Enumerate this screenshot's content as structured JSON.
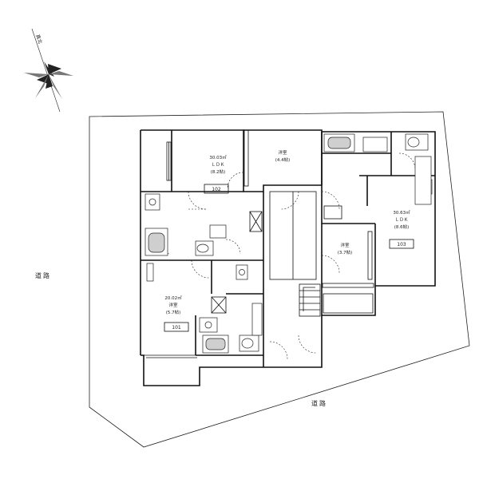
{
  "compass": {
    "label": "真北"
  },
  "roads": {
    "left": "道路",
    "bottom": "道路"
  },
  "units": [
    {
      "room_no": "102",
      "area": "30.03㎡",
      "type": "ＬＤＫ",
      "tatami": "(8.2帖)"
    },
    {
      "room_no": "101",
      "area": "20.02㎡",
      "type": "洋室",
      "tatami": "(5.7帖)"
    },
    {
      "room_no": "103",
      "area": "30.63㎡",
      "type": "ＬＤＫ",
      "tatami": "(8.6帖)"
    }
  ],
  "rooms": [
    {
      "name": "洋室",
      "tatami": "(4.4帖)"
    },
    {
      "name": "洋室",
      "tatami": "(3.7帖)"
    }
  ]
}
